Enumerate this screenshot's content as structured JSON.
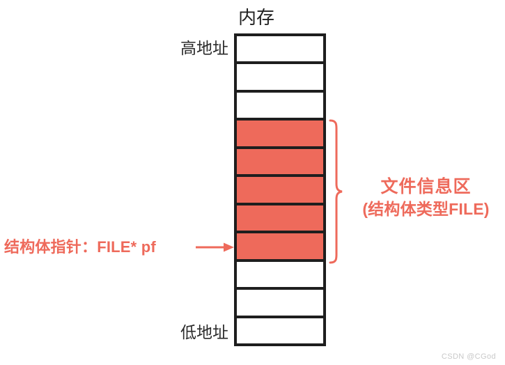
{
  "diagram": {
    "title": "内存",
    "labels": {
      "high_address": "高地址",
      "low_address": "低地址",
      "pointer": "结构体指针：FILE* pf",
      "region_line1": "文件信息区",
      "region_line2": "(结构体类型FILE)"
    },
    "watermark": "CSDN @CGod",
    "colors": {
      "accent": "#ee6a5b",
      "outline": "#1e1e1e",
      "text_dark": "#2a2a2a",
      "background": "#ffffff",
      "watermark": "#c9c9c9"
    },
    "memory": {
      "total_cells": 11,
      "filled_cells": 5,
      "filled_start_index": 3,
      "cells": [
        {
          "index": 0,
          "filled": false
        },
        {
          "index": 1,
          "filled": false
        },
        {
          "index": 2,
          "filled": false
        },
        {
          "index": 3,
          "filled": true
        },
        {
          "index": 4,
          "filled": true
        },
        {
          "index": 5,
          "filled": true
        },
        {
          "index": 6,
          "filled": true
        },
        {
          "index": 7,
          "filled": true
        },
        {
          "index": 8,
          "filled": false
        },
        {
          "index": 9,
          "filled": false
        },
        {
          "index": 10,
          "filled": false
        }
      ]
    },
    "pointer_target_cell_index": 7,
    "brace_covers_cell_indices": [
      3,
      4,
      5,
      6,
      7
    ]
  }
}
